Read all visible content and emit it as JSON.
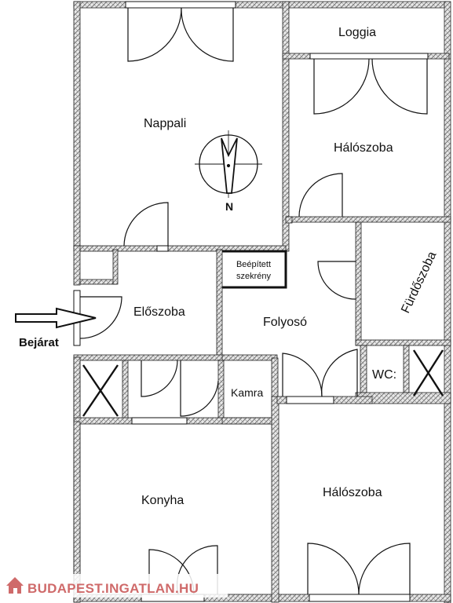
{
  "rooms": {
    "nappali": "Nappali",
    "loggia": "Loggia",
    "haloszoba_top": "Hálószoba",
    "beepitett_line1": "Beépített",
    "beepitett_line2": "szekrény",
    "eloszoba": "Előszoba",
    "folyoso": "Folyosó",
    "furdoszoba": "Fürdőszoba",
    "wc": "WC:",
    "kamra": "Kamra",
    "konyha": "Konyha",
    "haloszoba_bottom": "Hálószoba"
  },
  "entrance": {
    "label": "Bejárat"
  },
  "compass": {
    "north": "N"
  },
  "watermark": {
    "text": "BUDAPEST.INGATLAN.HU"
  },
  "colors": {
    "wall_hatch": "#777777",
    "wall_fill": "#e9e9e9",
    "line": "#111111",
    "watermark": "#cf6a6a"
  }
}
